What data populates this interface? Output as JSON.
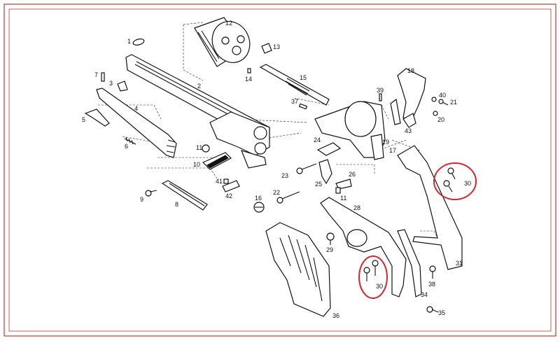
{
  "diagram": {
    "border_color": "#c0392b",
    "highlight_color": "#d9262c",
    "labels": [
      "1",
      "2",
      "3",
      "4",
      "5",
      "6",
      "7",
      "8",
      "9",
      "10",
      "11",
      "11",
      "12",
      "13",
      "14",
      "15",
      "16",
      "17",
      "18",
      "19",
      "20",
      "21",
      "22",
      "23",
      "24",
      "25",
      "26",
      "28",
      "29",
      "30",
      "30",
      "31",
      "34",
      "35",
      "36",
      "37",
      "38",
      "39",
      "40",
      "41",
      "42",
      "43"
    ]
  }
}
